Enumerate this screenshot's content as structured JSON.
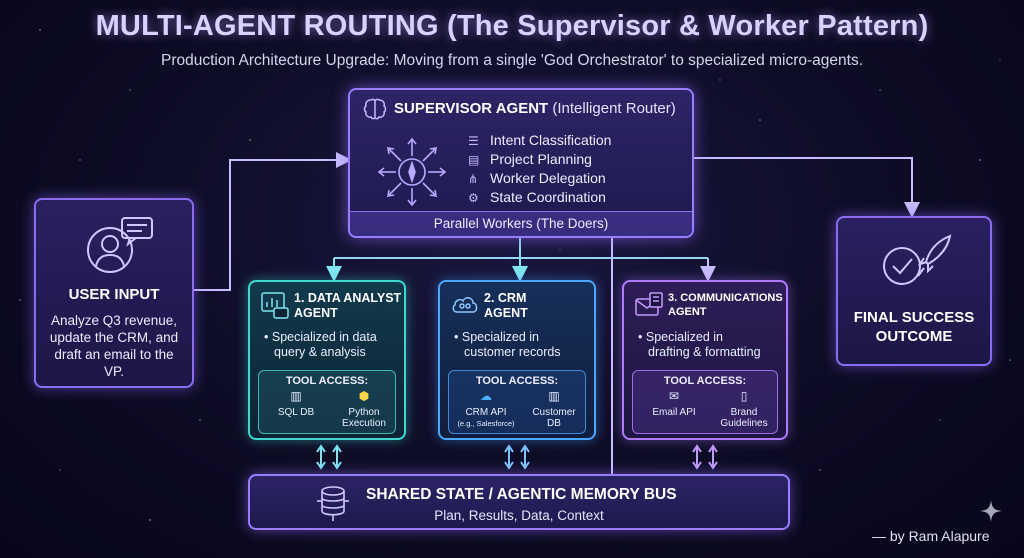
{
  "header": {
    "title": "MULTI-AGENT ROUTING (The Supervisor & Worker Pattern)",
    "subtitle": "Production Architecture Upgrade: Moving from a single 'God Orchestrator' to specialized micro-agents."
  },
  "supervisor": {
    "title": "SUPERVISOR AGENT",
    "title_sub": "(Intelligent Router)",
    "items": [
      "Intent Classification",
      "Project Planning",
      "Worker Delegation",
      "State Coordination"
    ],
    "footer": "Parallel Workers (The Doers)"
  },
  "user_input": {
    "title": "USER INPUT",
    "text": "Analyze Q3 revenue, update the CRM, and draft an email to the VP."
  },
  "final": {
    "line1": "FINAL SUCCESS",
    "line2": "OUTCOME"
  },
  "agents": [
    {
      "title_line1": "1. DATA ANALYST",
      "title_line2": "AGENT",
      "desc_line1": "Specialized in data",
      "desc_line2": "query & analysis",
      "tools_label": "TOOL ACCESS:",
      "tool1_line1": "SQL DB",
      "tool1_line2": "",
      "tool2_line1": "Python",
      "tool2_line2": "Execution"
    },
    {
      "title_line1": "2. CRM",
      "title_line2": "AGENT",
      "desc_line1": "Specialized in",
      "desc_line2": "customer records",
      "tools_label": "TOOL ACCESS:",
      "tool1_line1": "CRM API",
      "tool1_line2": "(e.g., Salesforce)",
      "tool2_line1": "Customer",
      "tool2_line2": "DB"
    },
    {
      "title_line1": "3. COMMUNICATIONS",
      "title_line2": "AGENT",
      "desc_line1": "Specialized in",
      "desc_line2": "drafting & formatting",
      "tools_label": "TOOL ACCESS:",
      "tool1_line1": "Email API",
      "tool1_line2": "",
      "tool2_line1": "Brand",
      "tool2_line2": "Guidelines"
    }
  ],
  "bus": {
    "title": "SHARED STATE / AGENTIC MEMORY BUS",
    "subtitle": "Plan, Results, Data, Context"
  },
  "byline": "— by Ram Alapure",
  "colors": {
    "accent_purple": "#9a7cff",
    "teal": "#3fd8d0",
    "blue": "#4aa6ff",
    "violet": "#b07aff"
  }
}
